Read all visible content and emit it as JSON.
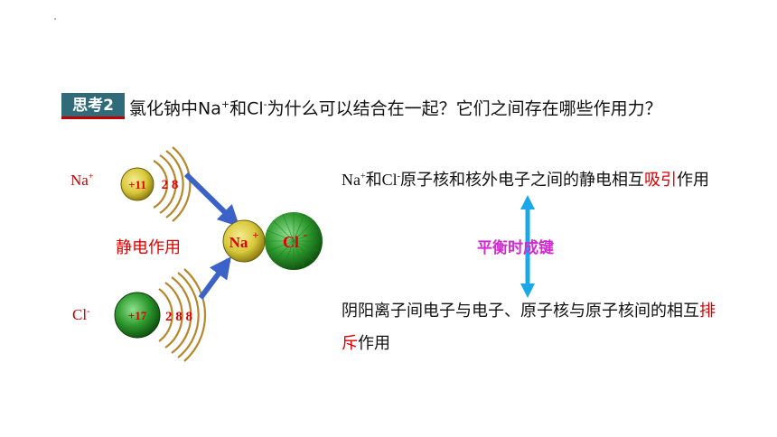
{
  "question": {
    "badge": "思考2",
    "part1": "氯化钠中Na",
    "na_charge": "+",
    "part2": "和Cl",
    "cl_charge": "-",
    "part3": "为什么可以结合在一起？它们之间存在哪些作用力？"
  },
  "atoms": {
    "na": {
      "symbol": "Na",
      "charge": "+",
      "nucleus": "+11",
      "shells": "2 8"
    },
    "cl": {
      "symbol": "Cl",
      "charge": "-",
      "nucleus": "+17",
      "shells": "2 8 8"
    }
  },
  "nacl_pair": {
    "na": "Na",
    "na_charge": "+",
    "cl": "Cl",
    "cl_charge": "-"
  },
  "electrostatic_label": "静电作用",
  "attraction": {
    "part1": "Na",
    "na_charge": "+",
    "part2": "和Cl",
    "cl_charge": "-",
    "part3": "原子核和核外电子之间的静电相互",
    "highlight": "吸引",
    "part4": "作用"
  },
  "balance_label": "平衡时成键",
  "repulsion": {
    "part1": "阴阳离子间电子与电子、原子核与原子核间的相互",
    "highlight": "排斥",
    "part2": "作用"
  },
  "colors": {
    "badge_bg": "#2f6b78",
    "accent_red": "#e00000",
    "arrow_blue": "#3a62c9",
    "balance_arrow": "#1aa8e8",
    "balance_text": "#d22ad2",
    "na_sphere": "#d8c83a",
    "cl_sphere": "#2e9a2e"
  }
}
